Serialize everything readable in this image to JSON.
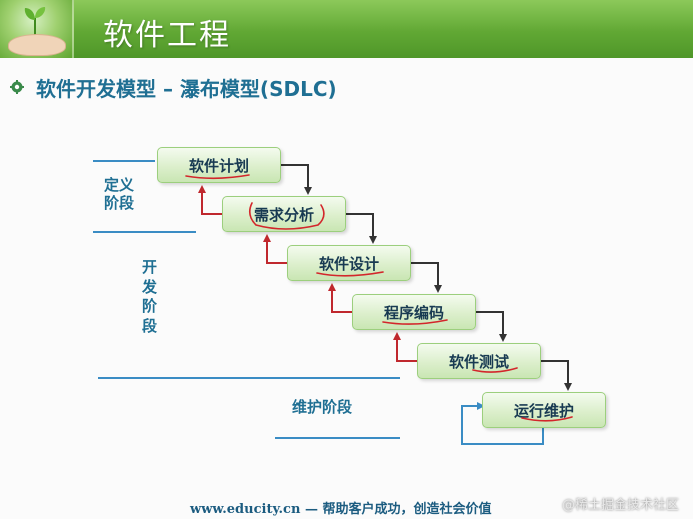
{
  "header": {
    "title": "软件工程"
  },
  "subtitle": "软件开发模型 – 瀑布模型(SDLC)",
  "phases": {
    "define": "定义阶段",
    "develop": "开发阶段",
    "maintain": "维护阶段"
  },
  "steps": [
    {
      "label": "软件计划"
    },
    {
      "label": "需求分析"
    },
    {
      "label": "软件设计"
    },
    {
      "label": "程序编码"
    },
    {
      "label": "软件测试"
    },
    {
      "label": "运行维护"
    }
  ],
  "footer": "www.educity.cn —  帮助客户成功，创造社会价值",
  "watermark": "@稀土掘金技术社区",
  "colors": {
    "header_green": "#61a834",
    "step_fill": "#dcefcc",
    "phase_text": "#1f6f93",
    "forward_arrow": "#333333",
    "feedback_arrow": "#c0282e",
    "maintenance_loop": "#3a8cc4",
    "annotation_red": "#d3262b"
  }
}
